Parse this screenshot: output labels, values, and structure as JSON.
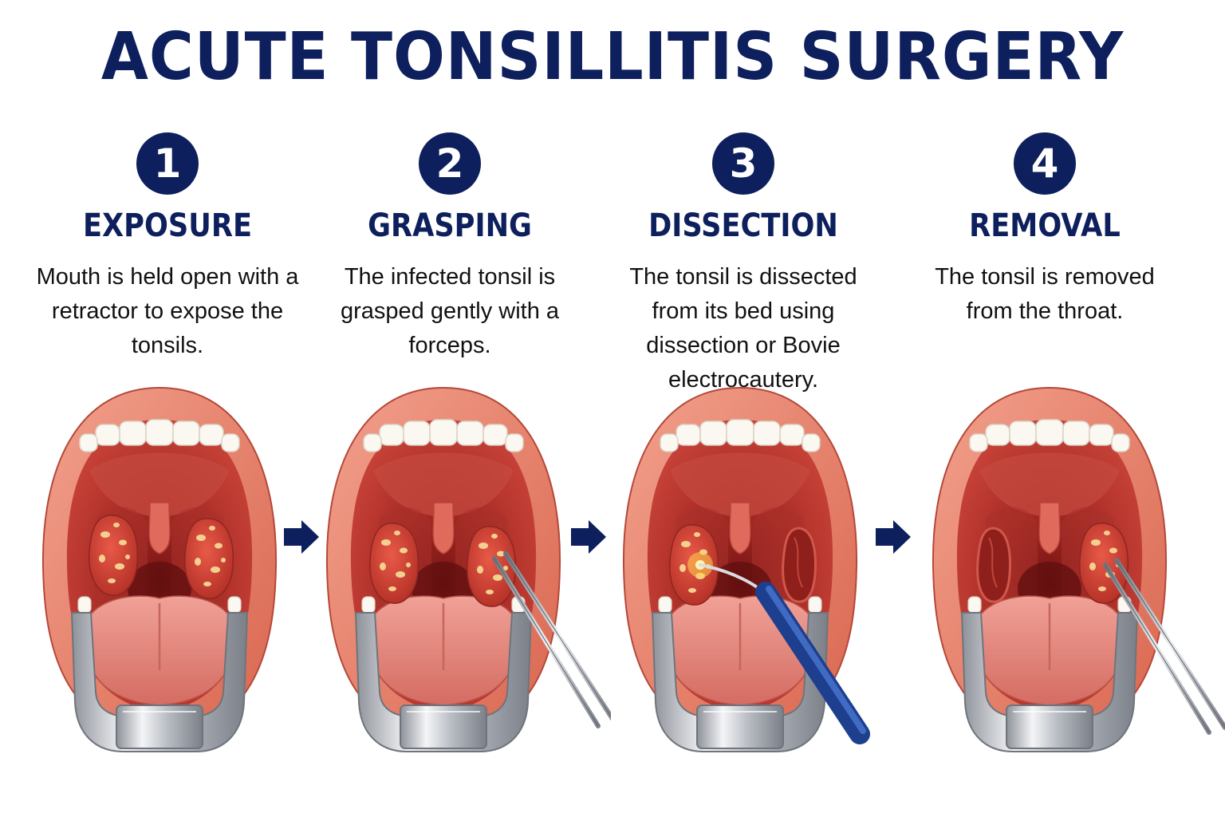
{
  "title": "ACUTE TONSILLITIS SURGERY",
  "colors": {
    "navy": "#0d1f5c",
    "lip": "#e8806c",
    "throat": "#b8342c",
    "tongue": "#e7887e",
    "tonsil": "#d2463a",
    "pus": "#f2cc8a",
    "metal": "#c9ccd2",
    "cautery": "#2d57b0"
  },
  "steps": [
    {
      "number": "1",
      "title": "EXPOSURE",
      "description": "Mouth is held open with a retractor to expose the tonsils."
    },
    {
      "number": "2",
      "title": "GRASPING",
      "description": "The infected tonsil is grasped gently with a forceps."
    },
    {
      "number": "3",
      "title": "DISSECTION",
      "description": "The tonsil is dissected from its bed using dissection or Bovie electrocautery."
    },
    {
      "number": "4",
      "title": "REMOVAL",
      "description": "The tonsil is removed from the throat."
    }
  ]
}
